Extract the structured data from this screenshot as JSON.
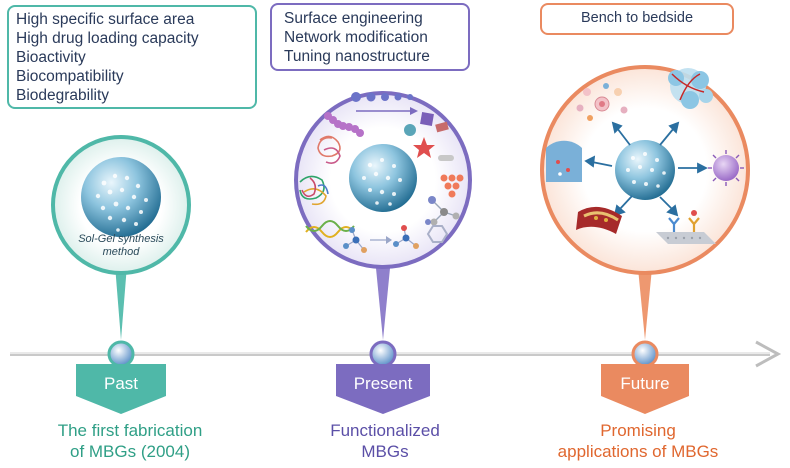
{
  "boxes": {
    "past": [
      "High specific surface area",
      "High drug loading capacity",
      "Bioactivity",
      "Biocompatibility",
      "Biodegrability"
    ],
    "present": [
      "Surface engineering",
      "Network modification",
      "Tuning nanostructure"
    ],
    "future": [
      "Bench to bedside"
    ]
  },
  "sol_gel": {
    "line1": "Sol-Gel synthesis",
    "line2": "method"
  },
  "tags": {
    "past": "Past",
    "present": "Present",
    "future": "Future"
  },
  "labels": {
    "past": {
      "line1": "The first fabrication",
      "line2": "of MBGs (2004)"
    },
    "present": {
      "line1": "Functionalized",
      "line2": "MBGs"
    },
    "future": {
      "line1": "Promising",
      "line2": "applications of MBGs"
    }
  },
  "colors": {
    "past": "#4fb8a8",
    "present": "#7c6cc0",
    "future": "#ea8a60"
  }
}
